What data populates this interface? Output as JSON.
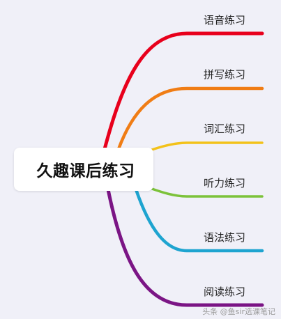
{
  "mindmap": {
    "center": "久趣课后练习",
    "branches": [
      {
        "label": "语音练习",
        "color": "#e8001c"
      },
      {
        "label": "拼写练习",
        "color": "#f07d15"
      },
      {
        "label": "词汇练习",
        "color": "#f3c21a"
      },
      {
        "label": "听力练习",
        "color": "#7cc23a"
      },
      {
        "label": "语法练习",
        "color": "#1ea4d0"
      },
      {
        "label": "阅读练习",
        "color": "#7b1585"
      }
    ]
  },
  "watermark": "头条 @鱼sir选课笔记"
}
